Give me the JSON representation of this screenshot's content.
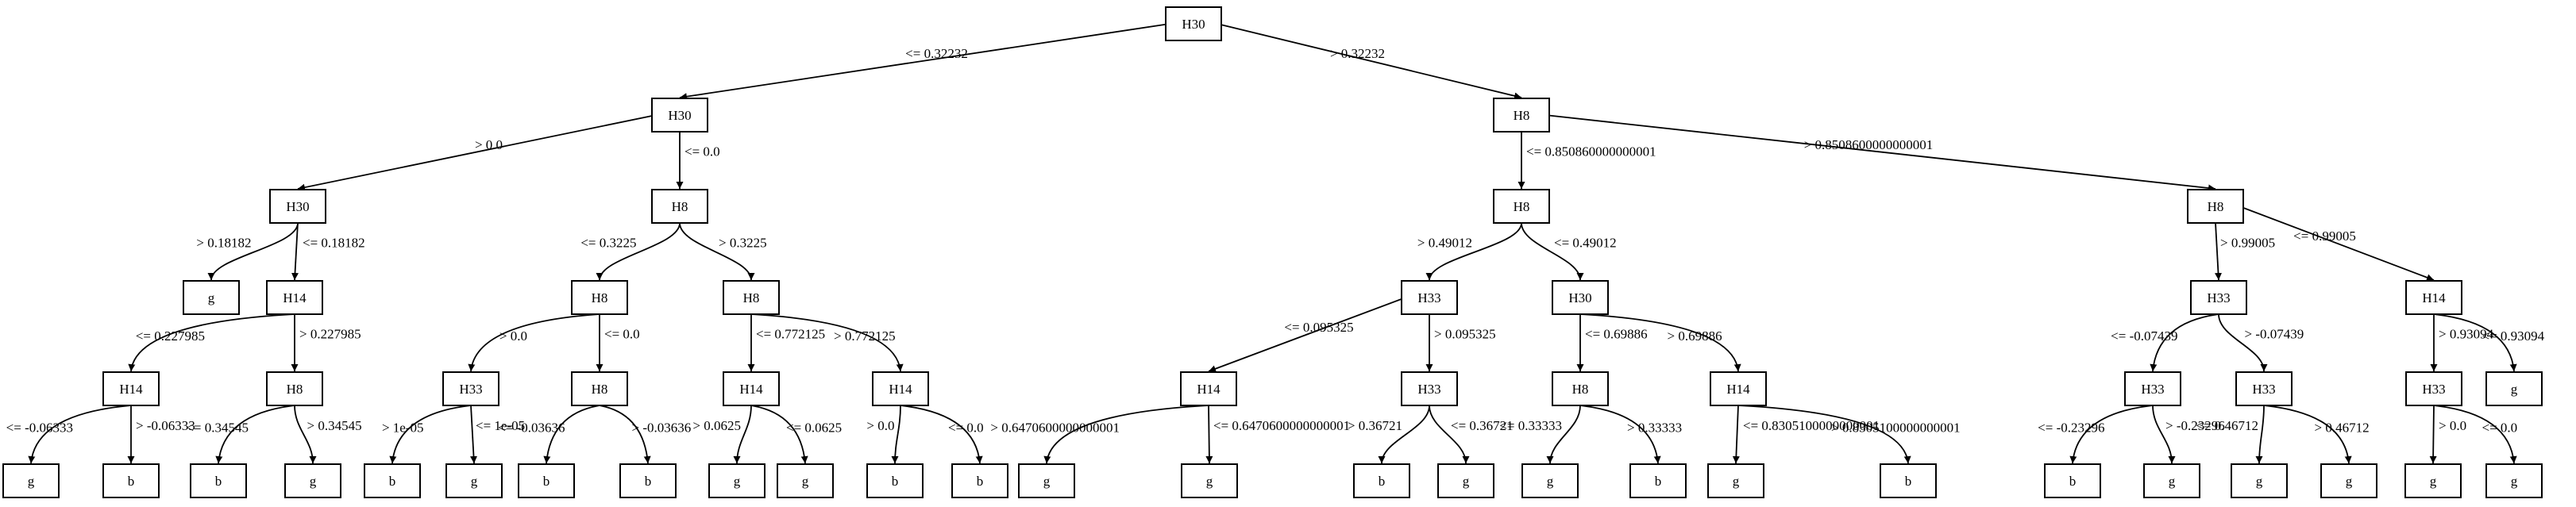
{
  "diagram": {
    "type": "decision-tree",
    "colors": {
      "stroke": "#000000",
      "fill": "#ffffff",
      "text": "#000000"
    },
    "nodes": [
      {
        "id": "n0",
        "label": "H30"
      },
      {
        "id": "n1",
        "label": "H30"
      },
      {
        "id": "n2",
        "label": "H8"
      },
      {
        "id": "n3",
        "label": "H30"
      },
      {
        "id": "n4",
        "label": "H8"
      },
      {
        "id": "n5",
        "label": "H8"
      },
      {
        "id": "n6",
        "label": "H8"
      },
      {
        "id": "n7",
        "label": "g"
      },
      {
        "id": "n8",
        "label": "H14"
      },
      {
        "id": "n9",
        "label": "H8"
      },
      {
        "id": "n10",
        "label": "H8"
      },
      {
        "id": "n11",
        "label": "H33"
      },
      {
        "id": "n12",
        "label": "H30"
      },
      {
        "id": "n13",
        "label": "H33"
      },
      {
        "id": "n14",
        "label": "H14"
      },
      {
        "id": "n15",
        "label": "H14"
      },
      {
        "id": "n16",
        "label": "H8"
      },
      {
        "id": "n17",
        "label": "H33"
      },
      {
        "id": "n18",
        "label": "H8"
      },
      {
        "id": "n19",
        "label": "H14"
      },
      {
        "id": "n20",
        "label": "H14"
      },
      {
        "id": "n21",
        "label": "H14"
      },
      {
        "id": "n22",
        "label": "H33"
      },
      {
        "id": "n23",
        "label": "H8"
      },
      {
        "id": "n24",
        "label": "H14"
      },
      {
        "id": "n25",
        "label": "H33"
      },
      {
        "id": "n26",
        "label": "H33"
      },
      {
        "id": "n27",
        "label": "H33"
      },
      {
        "id": "n28",
        "label": "g"
      },
      {
        "id": "l1",
        "label": "g"
      },
      {
        "id": "l2",
        "label": "b"
      },
      {
        "id": "l3",
        "label": "b"
      },
      {
        "id": "l4",
        "label": "g"
      },
      {
        "id": "l5",
        "label": "b"
      },
      {
        "id": "l6",
        "label": "g"
      },
      {
        "id": "l7",
        "label": "b"
      },
      {
        "id": "l8",
        "label": "b"
      },
      {
        "id": "l9",
        "label": "g"
      },
      {
        "id": "l10",
        "label": "g"
      },
      {
        "id": "l11",
        "label": "b"
      },
      {
        "id": "l12",
        "label": "b"
      },
      {
        "id": "l13",
        "label": "g"
      },
      {
        "id": "l14",
        "label": "g"
      },
      {
        "id": "l15",
        "label": "b"
      },
      {
        "id": "l16",
        "label": "g"
      },
      {
        "id": "l17",
        "label": "g"
      },
      {
        "id": "l18",
        "label": "b"
      },
      {
        "id": "l19",
        "label": "g"
      },
      {
        "id": "l20",
        "label": "b"
      },
      {
        "id": "l21",
        "label": "b"
      },
      {
        "id": "l22",
        "label": "g"
      },
      {
        "id": "l23",
        "label": "g"
      },
      {
        "id": "l24",
        "label": "g"
      },
      {
        "id": "l25",
        "label": "g"
      },
      {
        "id": "l26",
        "label": "g"
      }
    ],
    "edges": [
      {
        "from": "n0",
        "to": "n1",
        "label": "<= 0.32232"
      },
      {
        "from": "n0",
        "to": "n2",
        "label": "> 0.32232"
      },
      {
        "from": "n1",
        "to": "n3",
        "label": "> 0.0"
      },
      {
        "from": "n1",
        "to": "n4",
        "label": "<= 0.0"
      },
      {
        "from": "n2",
        "to": "n5",
        "label": "<= 0.850860000000001"
      },
      {
        "from": "n2",
        "to": "n6",
        "label": "> 0.8508600000000001"
      },
      {
        "from": "n3",
        "to": "n7",
        "label": "> 0.18182"
      },
      {
        "from": "n3",
        "to": "n8",
        "label": "<= 0.18182"
      },
      {
        "from": "n4",
        "to": "n9",
        "label": "<= 0.3225"
      },
      {
        "from": "n4",
        "to": "n10",
        "label": "> 0.3225"
      },
      {
        "from": "n5",
        "to": "n11",
        "label": "> 0.49012"
      },
      {
        "from": "n5",
        "to": "n12",
        "label": "<= 0.49012"
      },
      {
        "from": "n6",
        "to": "n13",
        "label": "> 0.99005"
      },
      {
        "from": "n6",
        "to": "n14",
        "label": "<= 0.99005"
      },
      {
        "from": "n8",
        "to": "n15",
        "label": "<= 0.227985"
      },
      {
        "from": "n8",
        "to": "n16",
        "label": "> 0.227985"
      },
      {
        "from": "n9",
        "to": "n17",
        "label": "> 0.0"
      },
      {
        "from": "n9",
        "to": "n18",
        "label": "<= 0.0"
      },
      {
        "from": "n10",
        "to": "n19",
        "label": "<= 0.772125"
      },
      {
        "from": "n10",
        "to": "n20",
        "label": "> 0.772125"
      },
      {
        "from": "n11",
        "to": "n21",
        "label": "<= 0.095325"
      },
      {
        "from": "n11",
        "to": "n22",
        "label": "> 0.095325"
      },
      {
        "from": "n12",
        "to": "n23",
        "label": "<= 0.69886"
      },
      {
        "from": "n12",
        "to": "n24",
        "label": "> 0.69886"
      },
      {
        "from": "n13",
        "to": "n25",
        "label": "<= -0.07439"
      },
      {
        "from": "n13",
        "to": "n26",
        "label": "> -0.07439"
      },
      {
        "from": "n14",
        "to": "n27",
        "label": "> 0.93094"
      },
      {
        "from": "n14",
        "to": "n28",
        "label": "<= 0.93094"
      },
      {
        "from": "n15",
        "to": "l1",
        "label": "<= -0.06333"
      },
      {
        "from": "n15",
        "to": "l2",
        "label": "> -0.06333"
      },
      {
        "from": "n16",
        "to": "l3",
        "label": "<= 0.34545"
      },
      {
        "from": "n16",
        "to": "l4",
        "label": "> 0.34545"
      },
      {
        "from": "n17",
        "to": "l5",
        "label": "> 1e-05"
      },
      {
        "from": "n17",
        "to": "l6",
        "label": "<= 1e-05"
      },
      {
        "from": "n18",
        "to": "l7",
        "label": "<= -0.03636"
      },
      {
        "from": "n18",
        "to": "l8",
        "label": "> -0.03636"
      },
      {
        "from": "n19",
        "to": "l9",
        "label": "> 0.0625"
      },
      {
        "from": "n19",
        "to": "l10",
        "label": "<= 0.0625"
      },
      {
        "from": "n20",
        "to": "l11",
        "label": "> 0.0"
      },
      {
        "from": "n20",
        "to": "l12",
        "label": "<= 0.0"
      },
      {
        "from": "n21",
        "to": "l13",
        "label": "> 0.6470600000000001"
      },
      {
        "from": "n21",
        "to": "l14",
        "label": "<= 0.6470600000000001"
      },
      {
        "from": "n22",
        "to": "l15",
        "label": "> 0.36721"
      },
      {
        "from": "n22",
        "to": "l16",
        "label": "<= 0.36721"
      },
      {
        "from": "n23",
        "to": "l17",
        "label": "<= 0.33333"
      },
      {
        "from": "n23",
        "to": "l18",
        "label": "> 0.33333"
      },
      {
        "from": "n24",
        "to": "l19",
        "label": "<= 0.8305100000000001"
      },
      {
        "from": "n24",
        "to": "l20",
        "label": "> 0.8305100000000001"
      },
      {
        "from": "n25",
        "to": "l21",
        "label": "<= -0.23296"
      },
      {
        "from": "n25",
        "to": "l22",
        "label": "> -0.23296"
      },
      {
        "from": "n26",
        "to": "l23",
        "label": "<= 0.46712"
      },
      {
        "from": "n26",
        "to": "l24",
        "label": "> 0.46712"
      },
      {
        "from": "n27",
        "to": "l25",
        "label": "> 0.0"
      },
      {
        "from": "n27",
        "to": "l26",
        "label": "<= 0.0"
      }
    ]
  }
}
